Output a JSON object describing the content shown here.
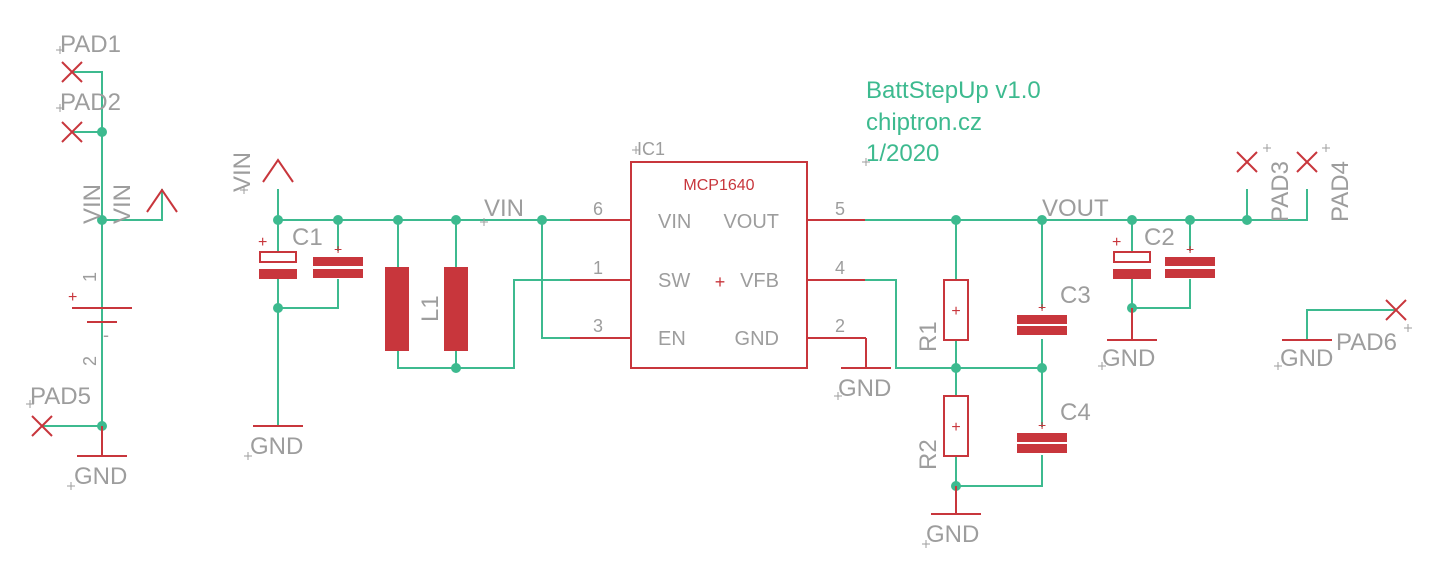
{
  "note": {
    "line1": "BattStepUp v1.0",
    "line2": "chiptron.cz",
    "line3": "1/2020"
  },
  "ic": {
    "name": "IC1",
    "value": "MCP1640",
    "pins": {
      "p6": "6",
      "p1": "1",
      "p3": "3",
      "p5": "5",
      "p4": "4",
      "p2": "2",
      "vin": "VIN",
      "sw": "SW",
      "en": "EN",
      "vout": "VOUT",
      "vfb": "VFB",
      "gnd": "GND"
    },
    "plus": "+"
  },
  "nets": {
    "vin": "VIN",
    "vout": "VOUT",
    "gnd": "GND"
  },
  "parts": {
    "c1": "C1",
    "c2": "C2",
    "c3": "C3",
    "c4": "C4",
    "l1": "L1",
    "r1": "R1",
    "r2": "R2",
    "pad1": "PAD1",
    "pad2": "PAD2",
    "pad3": "PAD3",
    "pad4": "PAD4",
    "pad5": "PAD5",
    "pad6": "PAD6"
  },
  "battery": {
    "pin1": "1",
    "pin2": "2",
    "plus": "+",
    "minus": "-"
  },
  "colors": {
    "wire": "#3dba8f",
    "part": "#c8363c",
    "label": "#9d9d9d",
    "note": "#3dba8f"
  }
}
